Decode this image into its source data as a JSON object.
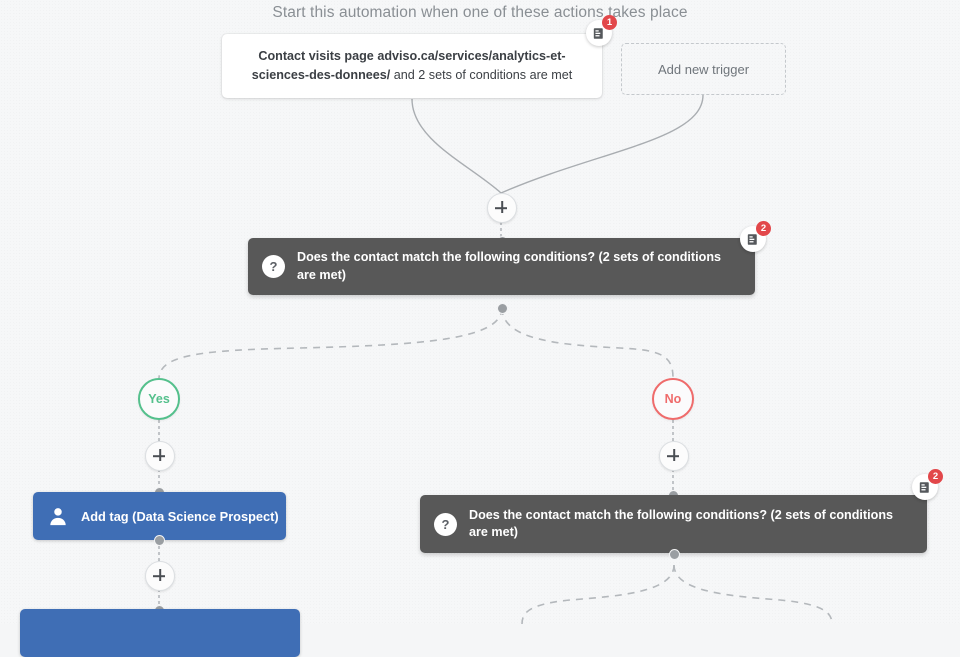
{
  "page": {
    "heading": "Start this automation when one of these actions takes place",
    "background_color": "#f6f7f8"
  },
  "colors": {
    "accent_blue": "#3f6eb5",
    "condition_gray": "#585858",
    "yes_green": "#54c08c",
    "no_red": "#ef6b6b",
    "badge_red": "#e2474a",
    "wire_gray": "#a9adb1"
  },
  "triggers": {
    "card": {
      "text_bold": "Contact visits page adviso.ca/services/analytics-et-sciences-des-donnees/",
      "text_rest": " and 2 sets of conditions are met",
      "badge_count": "1",
      "badge_icon": "report-icon"
    },
    "add_new_label": "Add new trigger"
  },
  "nodes": {
    "condition_1": {
      "icon": "question-mark-icon",
      "text": "Does the contact match the following conditions? (2 sets of conditions are met)",
      "badge_count": "2",
      "badge_icon": "report-icon"
    },
    "condition_2": {
      "icon": "question-mark-icon",
      "text": "Does the contact match the following conditions? (2 sets of conditions are met)",
      "badge_count": "2",
      "badge_icon": "report-icon"
    },
    "action_1": {
      "icon": "person-icon",
      "text": "Add tag (Data Science Prospect)"
    },
    "action_2": {
      "icon": "person-icon",
      "text": ""
    }
  },
  "branches": {
    "yes_label": "Yes",
    "no_label": "No"
  },
  "controls": {
    "add_step_label": "+"
  }
}
